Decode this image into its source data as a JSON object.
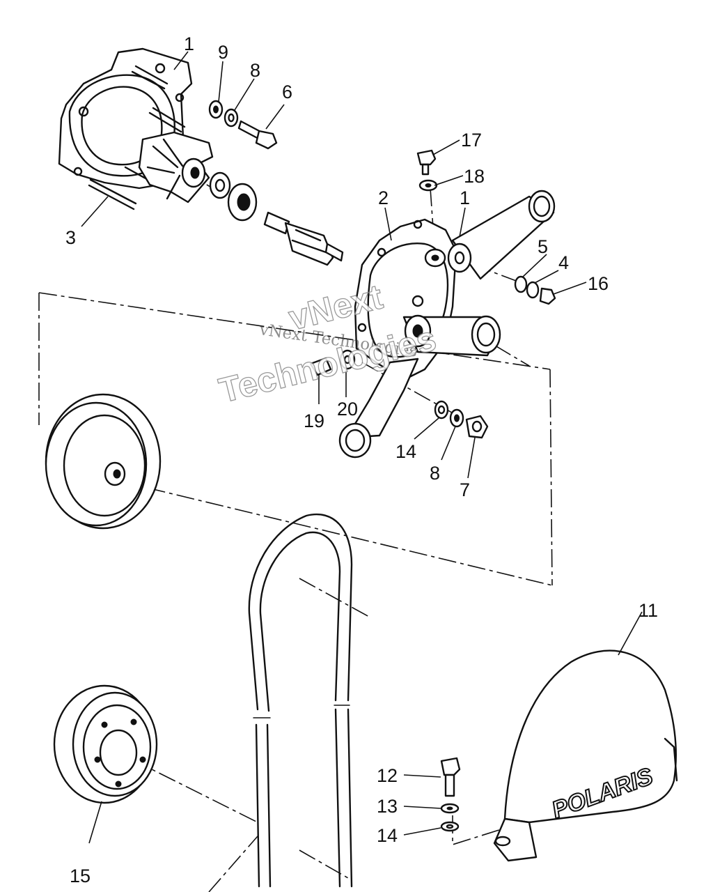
{
  "callouts": [
    {
      "id": "c1a",
      "text": "1"
    },
    {
      "id": "c9",
      "text": "9"
    },
    {
      "id": "c8a",
      "text": "8"
    },
    {
      "id": "c6",
      "text": "6"
    },
    {
      "id": "c17",
      "text": "17"
    },
    {
      "id": "c18",
      "text": "18"
    },
    {
      "id": "c2",
      "text": "2"
    },
    {
      "id": "c1b",
      "text": "1"
    },
    {
      "id": "c3",
      "text": "3"
    },
    {
      "id": "c5",
      "text": "5"
    },
    {
      "id": "c4",
      "text": "4"
    },
    {
      "id": "c16",
      "text": "16"
    },
    {
      "id": "c19",
      "text": "19"
    },
    {
      "id": "c20",
      "text": "20"
    },
    {
      "id": "c14a",
      "text": "14"
    },
    {
      "id": "c8b",
      "text": "8"
    },
    {
      "id": "c7",
      "text": "7"
    },
    {
      "id": "c11",
      "text": "11"
    },
    {
      "id": "c12",
      "text": "12"
    },
    {
      "id": "c13",
      "text": "13"
    },
    {
      "id": "c14b",
      "text": "14"
    },
    {
      "id": "c15",
      "text": "15"
    }
  ],
  "watermark": {
    "line1": "vNext Technologies",
    "line2a": "vNext",
    "line2b": "Technologies"
  },
  "cover_brand": "POLARIS"
}
